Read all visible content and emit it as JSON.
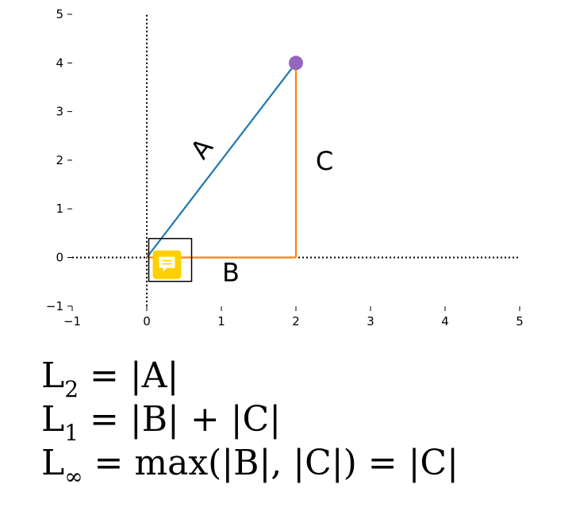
{
  "chart_data": {
    "type": "line",
    "xlim": [
      -1,
      5
    ],
    "ylim": [
      -1,
      5
    ],
    "x_ticks": [
      "−1",
      "0",
      "1",
      "2",
      "3",
      "4",
      "5"
    ],
    "y_ticks": [
      "−1",
      "0",
      "1",
      "2",
      "3",
      "4",
      "5"
    ],
    "grid": false,
    "reference_lines": [
      {
        "orientation": "horizontal",
        "at": 0,
        "style": "dotted",
        "color": "#000000"
      },
      {
        "orientation": "vertical",
        "at": 0,
        "style": "dotted",
        "color": "#000000"
      }
    ],
    "segments": [
      {
        "label": "A",
        "from": [
          0,
          0
        ],
        "to": [
          2,
          4
        ],
        "color": "#1f77b4"
      },
      {
        "label": "B",
        "from": [
          0,
          0
        ],
        "to": [
          2,
          0
        ],
        "color": "#ff7f0e"
      },
      {
        "label": "C",
        "from": [
          2,
          0
        ],
        "to": [
          2,
          4
        ],
        "color": "#ff7f0e"
      }
    ],
    "points": [
      {
        "x": 2,
        "y": 4,
        "color": "#9467bd"
      }
    ],
    "icon": {
      "name": "chat-icon",
      "x": 0.25,
      "y": -0.1,
      "color": "#ffd000"
    }
  },
  "formulas": [
    {
      "symbol": "L",
      "sub": "2",
      "rest": " = |A|"
    },
    {
      "symbol": "L",
      "sub": "1",
      "rest": " = |B| + |C|"
    },
    {
      "symbol": "L",
      "sub": "∞",
      "rest": " = max(|B|, |C|) = |C|"
    }
  ]
}
